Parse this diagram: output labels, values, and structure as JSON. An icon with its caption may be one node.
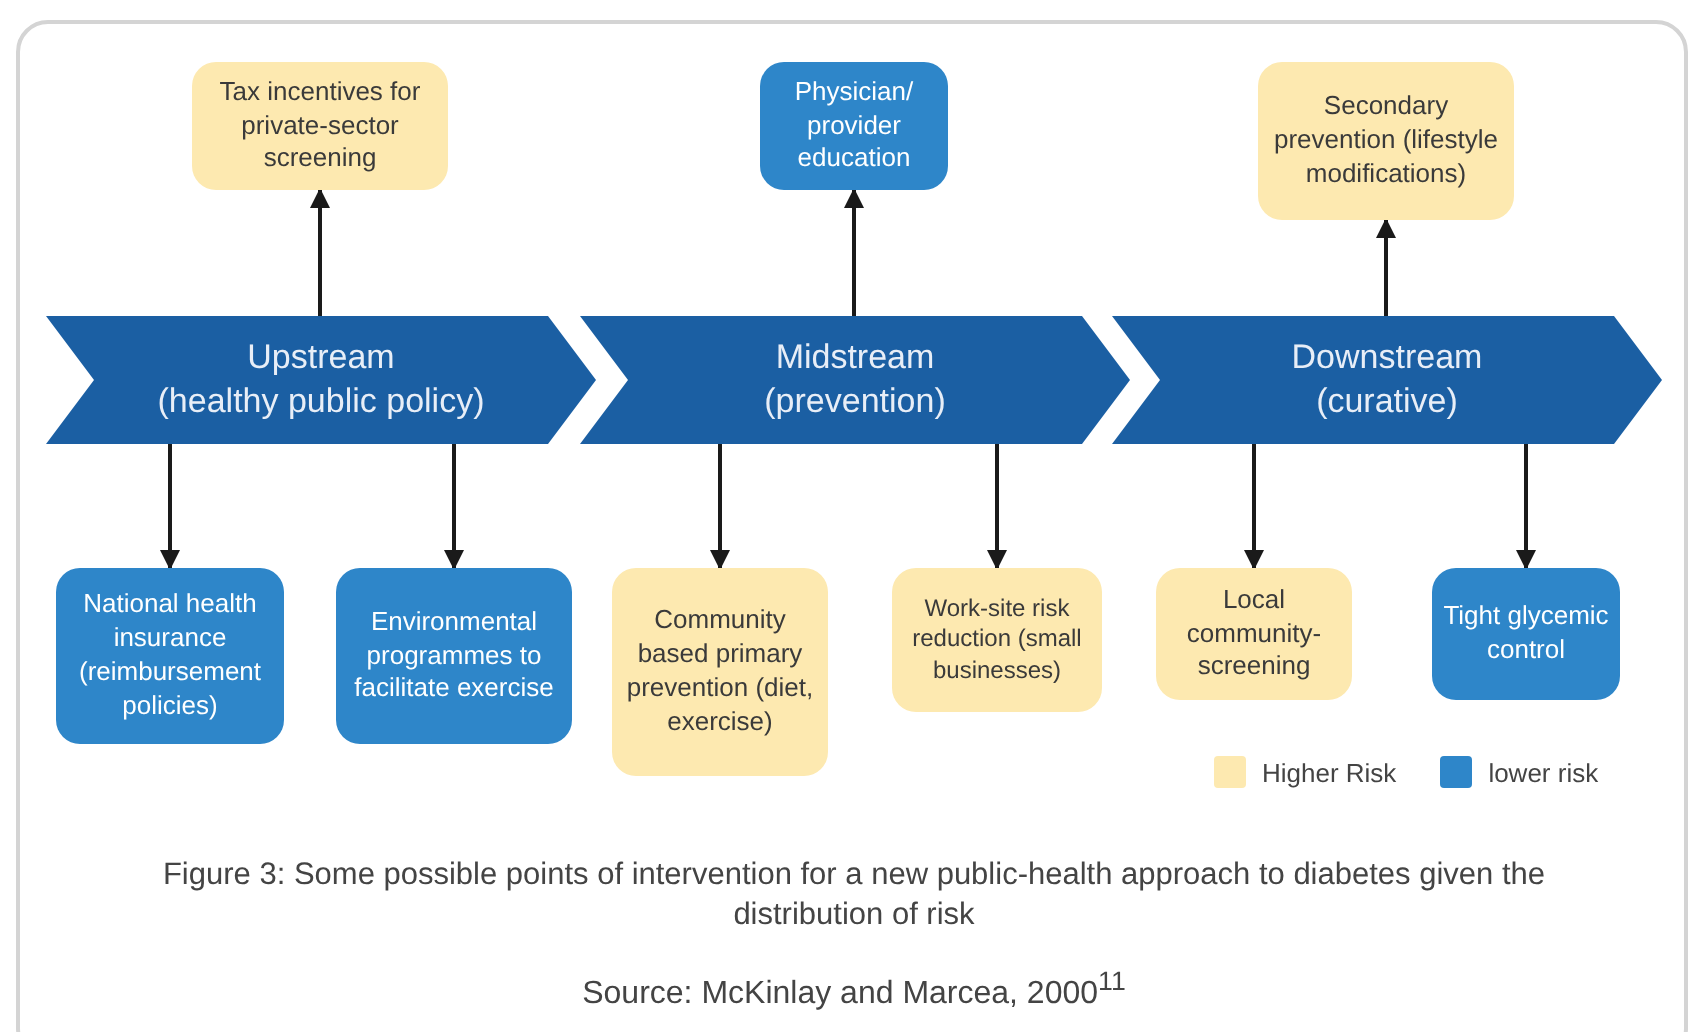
{
  "diagram": {
    "caption": "Figure 3: Some possible points of intervention for a new public-health approach to diabetes given the distribution of risk",
    "nodes": [
      {
        "text": [
          "Tax incentives for private-sector screening"
        ]
      },
      {
        "text": [
          "Physician/ provider education"
        ]
      },
      {
        "text": [
          "Secondary prevention (lifestyle modifications)"
        ]
      },
      {
        "text": [
          "Upstream",
          "(healthy public policy)"
        ]
      },
      {
        "text": [
          "Midstream",
          "(prevention)"
        ]
      },
      {
        "text": [
          "Downstream",
          "(curative)"
        ]
      },
      {
        "text": [
          "National health insurance (reimbursement policies)"
        ]
      },
      {
        "text": [
          "Environmental programmes to facilitate exercise"
        ]
      },
      {
        "text": [
          "Community based primary prevention (diet, exercise)"
        ]
      },
      {
        "text": [
          "Work-site risk reduction (small businesses)"
        ]
      },
      {
        "text": [
          "Local community-screening"
        ]
      },
      {
        "text": [
          "Tight glycemic control"
        ]
      }
    ],
    "edges": [
      {
        "from": 3,
        "to": 0,
        "arrow": "to"
      },
      {
        "from": 4,
        "to": 1,
        "arrow": "to"
      },
      {
        "from": 5,
        "to": 2,
        "arrow": "to"
      },
      {
        "from": 3,
        "to": 6,
        "arrow": "to"
      },
      {
        "from": 3,
        "to": 7,
        "arrow": "to"
      },
      {
        "from": 4,
        "to": 8,
        "arrow": "to"
      },
      {
        "from": 4,
        "to": 9,
        "arrow": "to"
      },
      {
        "from": 5,
        "to": 10,
        "arrow": "to"
      },
      {
        "from": 5,
        "to": 11,
        "arrow": "to"
      }
    ],
    "labels": [
      "Source: McKinlay and Marcea, 2000$^{11}$"
    ],
    "legend": [
      {
        "text": "Higher Risk",
        "color": "#fde9b0"
      },
      {
        "text": "lower risk",
        "color": "#2e86c9"
      }
    ]
  }
}
